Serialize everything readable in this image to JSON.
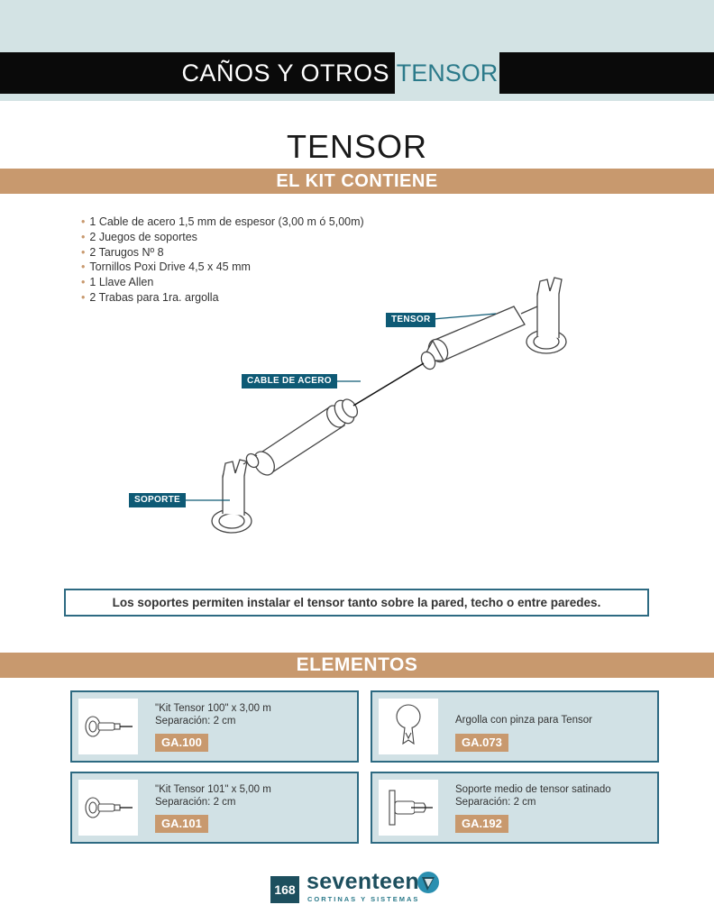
{
  "header": {
    "title": "CAÑOS Y OTROS",
    "tag": "TENSOR"
  },
  "page_title": "TENSOR",
  "kit": {
    "heading": "EL KIT CONTIENE",
    "items": [
      "1 Cable de acero 1,5 mm de espesor  (3,00 m ó 5,00m)",
      "2 Juegos de soportes",
      "2 Tarugos Nº 8",
      "Tornillos Poxi Drive 4,5 x 45 mm",
      "1 Llave Allen",
      "2 Trabas para 1ra. argolla"
    ]
  },
  "diagram": {
    "labels": {
      "tensor": "TENSOR",
      "cable": "CABLE DE ACERO",
      "soporte": "SOPORTE"
    }
  },
  "note": "Los soportes permiten instalar el tensor tanto sobre la pared, techo o entre paredes.",
  "elementos": {
    "heading": "ELEMENTOS",
    "cards": [
      {
        "desc": "\"Kit Tensor 100\" x 3,00 m\nSeparación: 2 cm",
        "code": "GA.100",
        "icon": "tensor-kit-icon"
      },
      {
        "desc": "Argolla con pinza para Tensor",
        "code": "GA.073",
        "icon": "ring-clip-icon"
      },
      {
        "desc": "\"Kit Tensor 101\" x 5,00 m\nSeparación: 2 cm",
        "code": "GA.101",
        "icon": "tensor-kit-icon"
      },
      {
        "desc": "Soporte medio de tensor satinado\nSeparación: 2 cm",
        "code": "GA.192",
        "icon": "middle-bracket-icon"
      }
    ]
  },
  "footer": {
    "page_number": "168",
    "brand": "seventeen",
    "tagline": "CORTINAS Y SISTEMAS"
  },
  "colors": {
    "accent_tan": "#c8996e",
    "teal_dark": "#0e5a75",
    "band_light": "#d3e3e4",
    "card_bg": "#d1e1e5"
  }
}
